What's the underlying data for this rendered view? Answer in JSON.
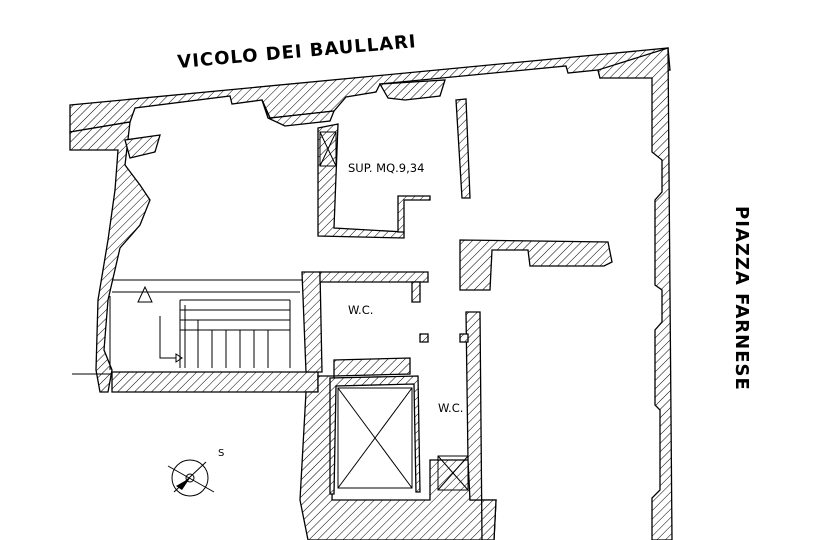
{
  "streets": {
    "north": "VICOLO DEI BAULLARI",
    "east": "PIAZZA FARNESE"
  },
  "rooms": {
    "area_label": "SUP. MQ.9,34",
    "wc_1": "W.C.",
    "wc_2": "W.C."
  },
  "compass": {
    "direction_letter": "S"
  }
}
